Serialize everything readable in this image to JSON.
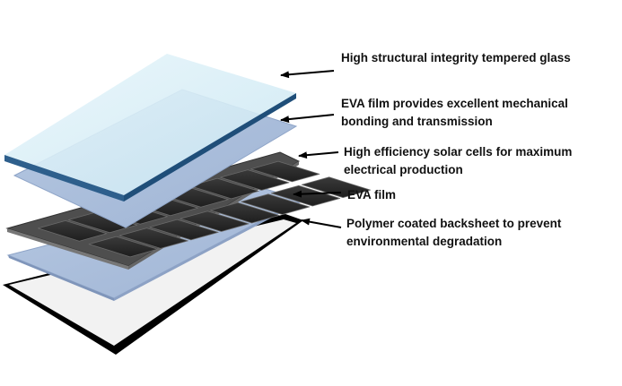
{
  "diagram": {
    "callouts": [
      {
        "id": "glass",
        "text": "High structural integrity tempered glass"
      },
      {
        "id": "eva_top",
        "text": "EVA film provides excellent mechanical bonding and transmission"
      },
      {
        "id": "cells",
        "text": "High efficiency solar cells for maximum electrical production"
      },
      {
        "id": "eva_bottom",
        "text": "EVA film"
      },
      {
        "id": "backsheet",
        "text": "Polymer coated backsheet to prevent environmental degradation"
      }
    ],
    "colors": {
      "glass_fill": "#DDEFF7",
      "glass_edge": "#1F4E79",
      "eva_fill": "#A9BDDA",
      "eva_edge": "#8FA5C8",
      "cell_frame": "#555555",
      "cell_fill": "#2B2B2B",
      "backsheet_fill": "#F4F4F4",
      "backsheet_edge": "#000000",
      "arrow": "#000000"
    }
  }
}
